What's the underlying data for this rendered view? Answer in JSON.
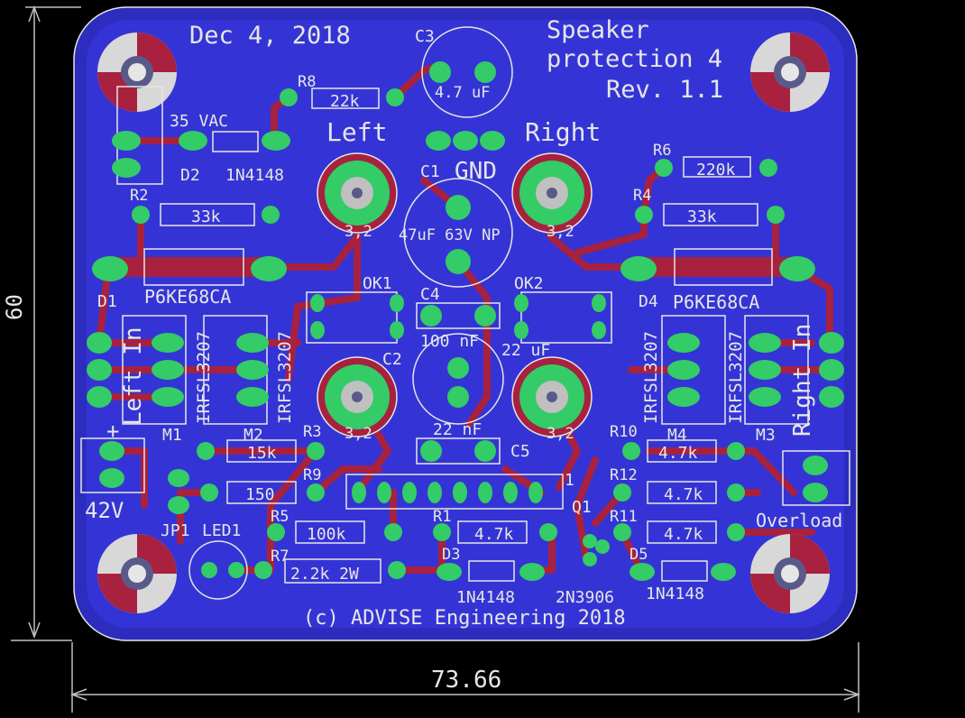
{
  "board": {
    "date": "Dec 4, 2018",
    "title_line1": "Speaker",
    "title_line2": "protection 4",
    "revision": "Rev. 1.1",
    "copyright": "(c) ADVISE Engineering 2018"
  },
  "dimensions": {
    "width": "73.66",
    "height": "60"
  },
  "labels": {
    "left": "Left",
    "right": "Right",
    "gnd": "GND",
    "vac": "35 VAC",
    "v42": "42V",
    "overload": "Overload",
    "left_in": "Left In",
    "right_in": "Right In",
    "plus": "+",
    "pin1": "1"
  },
  "components": {
    "c1": "C1",
    "c1_value": "47uF 63V NP",
    "c2": "C2",
    "c2_value": "22 uF",
    "c3": "C3",
    "c3_value": "4.7 uF",
    "c4": "C4",
    "c4_value": "100 nF",
    "c5": "C5",
    "c5_value": "22 nF",
    "r1": "R1",
    "r1_value": "4.7k",
    "r2": "R2",
    "r2_value": "33k",
    "r3": "R3",
    "r3_value": "15k",
    "r4": "R4",
    "r4_value": "33k",
    "r5": "R5",
    "r5_value": "100k",
    "r6": "R6",
    "r6_value": "220k",
    "r7": "R7",
    "r7_value": "2.2k 2W",
    "r8": "R8",
    "r8_value": "22k",
    "r9": "R9",
    "r9_value": "150",
    "r10": "R10",
    "r10_value": "4.7k",
    "r11": "R11",
    "r11_value": "4.7k",
    "r12": "R12",
    "r12_value": "4.7k",
    "d1": "D1",
    "d1_value": "P6KE68CA",
    "d2": "D2",
    "d2_value": "1N4148",
    "d3": "D3",
    "d3_value": "1N4148",
    "d4": "D4",
    "d4_value": "P6KE68CA",
    "d5": "D5",
    "d5_value": "1N4148",
    "q1": "Q1",
    "q1_value": "2N3906",
    "ok1": "OK1",
    "ok2": "OK2",
    "m1": "M1",
    "m2": "M2",
    "m3": "M3",
    "m4": "M4",
    "mosfet": "IRFSL3207",
    "jp1": "JP1",
    "led1": "LED1",
    "mount_value": "3,2"
  },
  "colors": {
    "background": "#000000",
    "board": "#2c2cbf",
    "copper_bottom": "#3434d6",
    "trace": "#a8213e",
    "pad": "#33cc66",
    "silkscreen": "#e6e6e6",
    "dimension": "#bfbfbf"
  }
}
